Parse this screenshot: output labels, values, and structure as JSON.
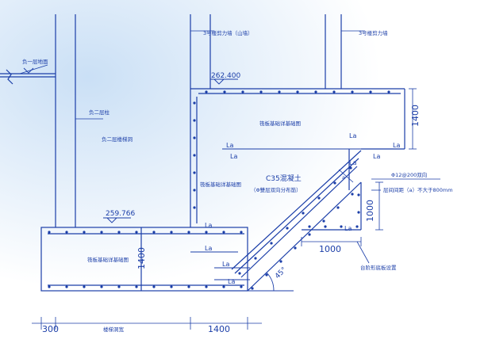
{
  "annotations": {
    "basement_floor": "负一层地面",
    "column_level_2": "负二层柱",
    "stair_opening_level_2": "负二层楼梯洞",
    "shear_wall_left": "3号楼剪力墙（山墙）",
    "shear_wall_right": "3号楼剪力墙",
    "elev_top": "262.400",
    "elev_left": "259.766",
    "raft_detail_top": "筏板基础详基础图",
    "raft_detail_mid": "筏板基础详基础图",
    "raft_detail_left": "筏板基础详基础图",
    "concrete_grade": "C35混凝土",
    "concrete_note": "（Φ雙层双向分布筋）",
    "rebar_spec": "Φ12@200双向",
    "layer_spacing": "层间间距（a）不大于800mm",
    "slope_note": "台阶形底板设置",
    "angle": "45°",
    "anchor_labels": [
      "La",
      "La",
      "La",
      "La",
      "La",
      "La",
      "La",
      "La",
      "La",
      "La",
      "La"
    ],
    "small_a": "a"
  },
  "dimensions": {
    "h_1400_right": "1400",
    "v_1000": "1000",
    "h_1000": "1000",
    "v_1400_left": "1400",
    "bottom_300": "300",
    "bottom_stair_width": "楼梯洞宽",
    "bottom_1400": "1400"
  },
  "colors": {
    "background": "#ffffff",
    "line": "#1b3ea8",
    "rebar_dot": "#1b3ea8",
    "wash": "#9fc6ee"
  }
}
